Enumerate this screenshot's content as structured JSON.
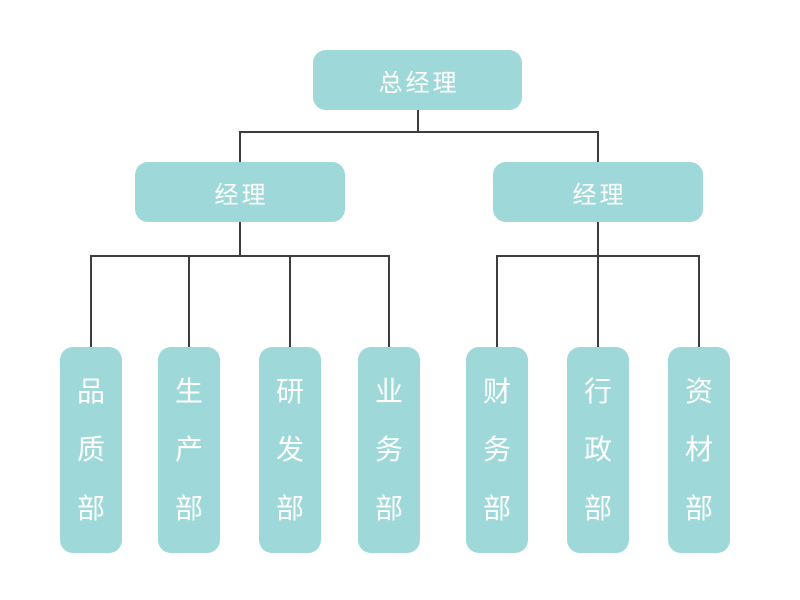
{
  "colors": {
    "node-fill": "#9ed8d8",
    "node-text": "#ffffff",
    "connector": "#3d3d3d",
    "background": "#ffffff"
  },
  "org": {
    "root": {
      "label": "总经理"
    },
    "managers": [
      {
        "label": "经理"
      },
      {
        "label": "经理"
      }
    ],
    "left_departments": [
      {
        "label": "品质部"
      },
      {
        "label": "生产部"
      },
      {
        "label": "研发部"
      },
      {
        "label": "业务部"
      }
    ],
    "right_departments": [
      {
        "label": "财务部"
      },
      {
        "label": "行政部"
      },
      {
        "label": "资材部"
      }
    ]
  }
}
